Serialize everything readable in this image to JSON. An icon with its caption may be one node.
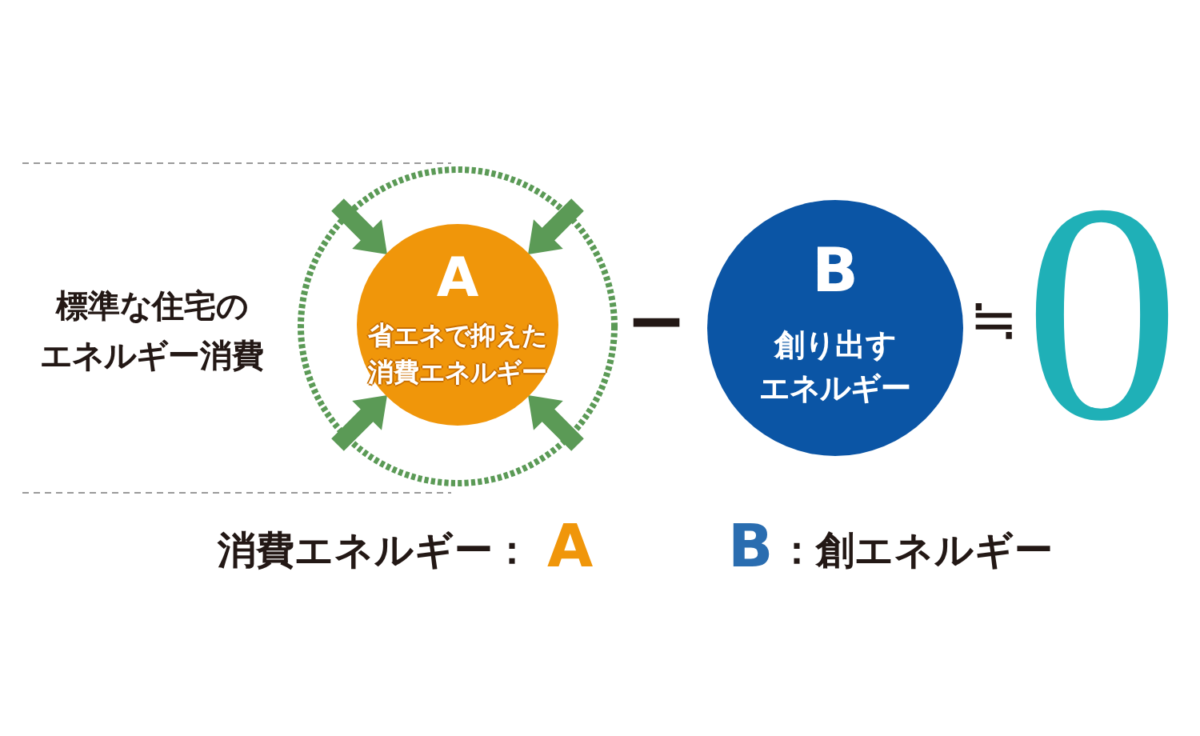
{
  "diagram": {
    "nodes": [
      {
        "text": [],
        "shape": "circle"
      },
      {
        "text": [
          "A",
          "省エネで抑えた消費エネルギー"
        ],
        "in": 0
      },
      {
        "text": [
          "B",
          "創り出すエネルギー"
        ]
      }
    ],
    "labels": [
      "標準な住宅のエネルギー消費",
      "−",
      "≒",
      "0",
      "消費エネルギー：",
      "A",
      "B",
      "：創エネルギー"
    ]
  }
}
